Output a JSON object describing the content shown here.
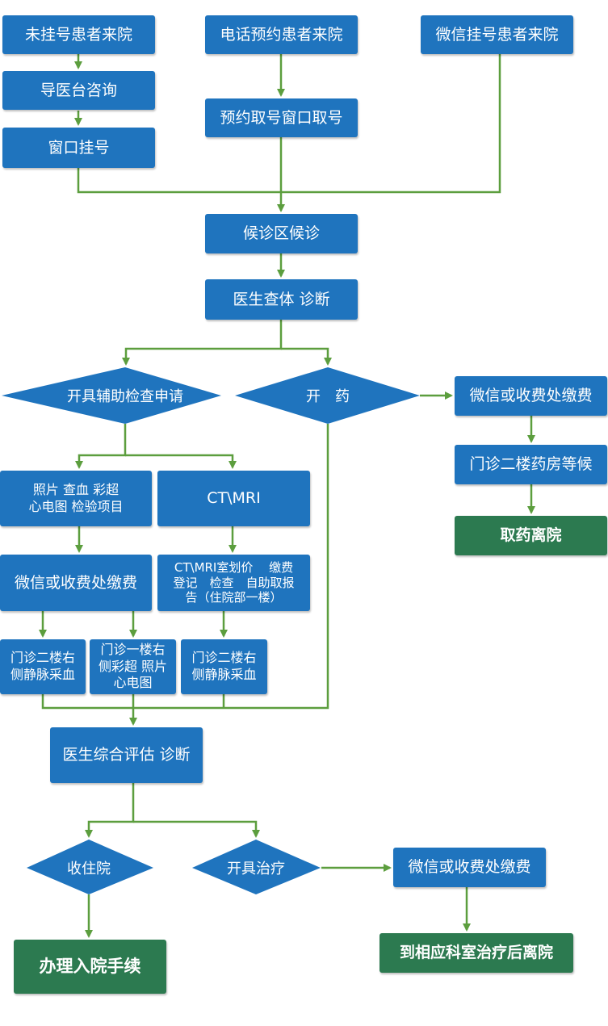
{
  "nodes": {
    "n1": "未挂号患者来院",
    "n2": "电话预约患者来院",
    "n3": "微信挂号患者来院",
    "n4": "导医台咨询",
    "n5": "预约取号窗口取号",
    "n6": "窗口挂号",
    "n7": "候诊区候诊",
    "n8": "医生查体 诊断",
    "d1": "开具辅助检查申请",
    "d2": "开　药",
    "n9": "微信或收费处缴费",
    "n10": "门诊二楼药房等候",
    "n11": "取药离院",
    "n12a": "照片 查血 彩超",
    "n12b": "心电图 检验项目",
    "n13": "CT\\MRI",
    "n14": "微信或收费处缴费",
    "n15a": "CT\\MRI室划价　 缴费",
    "n15b": "登记　检查　自助取报",
    "n15c": "告（住院部一楼）",
    "n16a": "门诊二楼右",
    "n16b": "侧静脉采血",
    "n17a": "门诊一楼右",
    "n17b": "侧彩超 照片",
    "n17c": "心电图",
    "n18a": "门诊二楼右",
    "n18b": "侧静脉采血",
    "n19": "医生综合评估 诊断",
    "d3": "收住院",
    "d4": "开具治疗",
    "n20": "微信或收费处缴费",
    "n21": "办理入院手续",
    "n22": "到相应科室治疗后离院"
  },
  "colors": {
    "box": "#1f74be",
    "terminal": "#2c7a50",
    "connector": "#5c9e3e"
  }
}
